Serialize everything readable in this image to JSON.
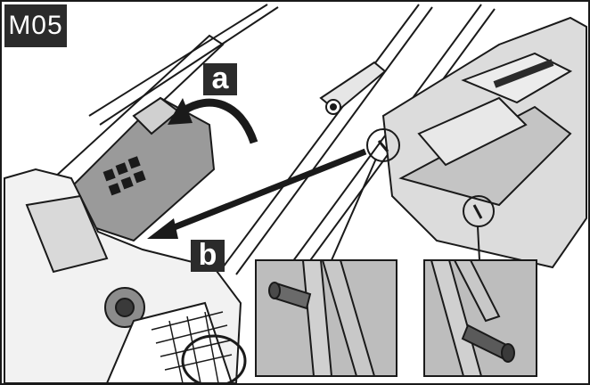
{
  "step": {
    "label": "M05"
  },
  "callouts": {
    "a": "a",
    "b": "b"
  },
  "colors": {
    "badge_bg": "#2b2b2b",
    "line": "#1a1a1a",
    "part_fill": "#c9c9c9",
    "dark_fill": "#3a3a3a",
    "detail_bg": "#bdbdbd"
  },
  "icons": {
    "rotate_arrow": "curved-arrow-icon",
    "insert_arrow": "straight-arrow-icon",
    "control_panel": "control-panel-icons"
  }
}
